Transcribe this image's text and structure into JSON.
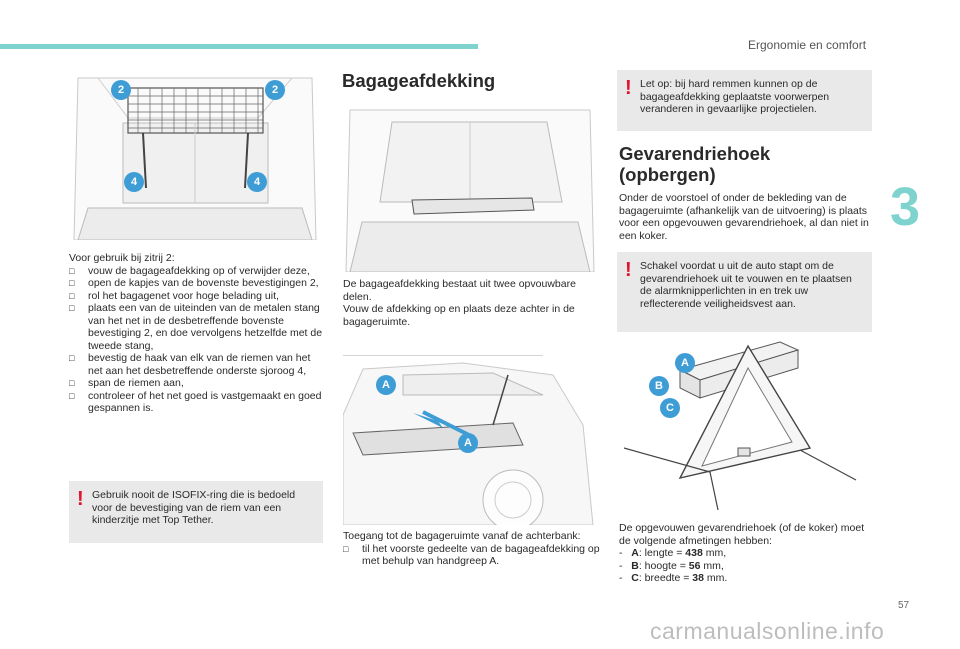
{
  "header": {
    "section": "Ergonomie en comfort",
    "chapter": "3"
  },
  "page_number": "57",
  "watermark": "carmanualsonline.info",
  "colors": {
    "accent": "#7ed3cf",
    "warning": "#e3122d",
    "callout": "#3f9dd6",
    "box": "#e9e9e9"
  },
  "left": {
    "fig_badges": [
      "2",
      "2",
      "4",
      "4"
    ],
    "intro": "Voor gebruik bij zitrij 2:",
    "steps": [
      "vouw de bagageafdekking op of verwijder deze,",
      "open de kapjes van de bovenste bevestigingen 2,",
      "rol het bagagenet voor hoge belading uit,",
      "plaats een van de uiteinden van de metalen stang van het net in de desbetreffende bovenste bevestiging 2, en doe vervolgens hetzelfde met de tweede stang,",
      "bevestig de haak van elk van de riemen van het net aan het desbetreffende onderste sjoroog 4,",
      "span de riemen aan,",
      "controleer of het net goed is vastgemaakt en goed gespannen is."
    ],
    "warning": "Gebruik nooit de ISOFIX-ring die is bedoeld voor de bevestiging van de riem van een kinderzitje met Top Tether."
  },
  "middle": {
    "title": "Bagageafdekking",
    "para1": "De bagageafdekking bestaat uit twee opvouwbare delen.",
    "para2": "Vouw de afdekking op en plaats deze achter in de bagageruimte.",
    "fig_badges": [
      "A",
      "A"
    ],
    "access_intro": "Toegang tot de bagageruimte vanaf de achterbank:",
    "access_step": "til het voorste gedeelte van de bagageafdekking op met behulp van handgreep A."
  },
  "right": {
    "warning1": "Let op: bij hard remmen kunnen op de bagageafdekking geplaatste voorwerpen veranderen in gevaarlijke projectielen.",
    "title_line1": "Gevarendriehoek",
    "title_line2": "(opbergen)",
    "para": "Onder de voorstoel of onder de bekleding van de bagageruimte (afhankelijk van de uitvoering) is plaats voor een opgevouwen gevarendriehoek, al dan niet in een koker.",
    "warning2": "Schakel voordat u uit de auto stapt om de gevarendriehoek uit te vouwen en te plaatsen de alarmknipperlichten in en trek uw reflecterende veiligheidsvest aan.",
    "fig_badges": [
      "A",
      "B",
      "C"
    ],
    "dims_intro": "De opgevouwen gevarendriehoek (of de koker) moet de volgende afmetingen hebben:",
    "dims": [
      {
        "key": "A",
        "text": ": lengte = ",
        "value": "438",
        "unit": " mm,"
      },
      {
        "key": "B",
        "text": ": hoogte = ",
        "value": "56",
        "unit": " mm,"
      },
      {
        "key": "C",
        "text": ": breedte = ",
        "value": "38",
        "unit": " mm."
      }
    ]
  }
}
